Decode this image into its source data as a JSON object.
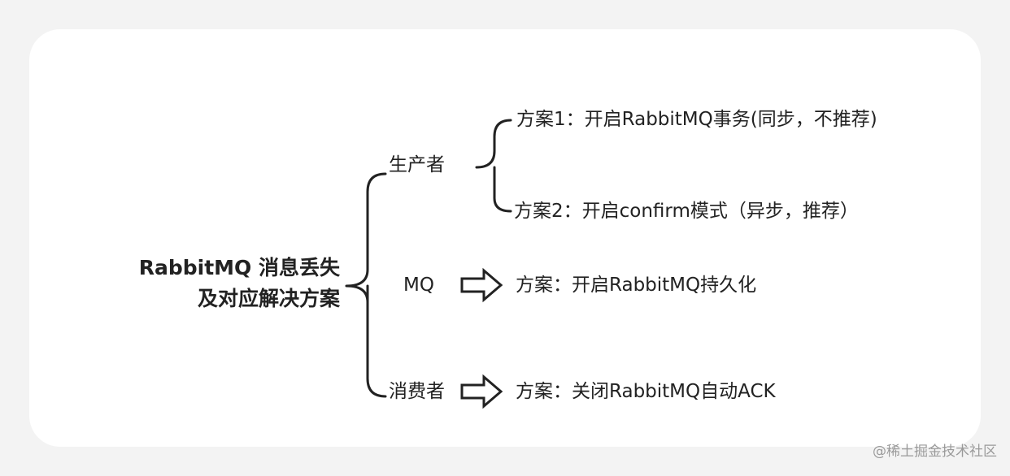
{
  "root": {
    "line1": "RabbitMQ 消息丢失",
    "line2": "及对应解决方案"
  },
  "branches": {
    "producer": {
      "label": "生产者",
      "solution1": "方案1：开启RabbitMQ事务(同步，不推荐)",
      "solution2": "方案2：开启confirm模式（异步，推荐）"
    },
    "mq": {
      "label": "MQ",
      "solution": "方案：开启RabbitMQ持久化"
    },
    "consumer": {
      "label": "消费者",
      "solution": "方案：关闭RabbitMQ自动ACK"
    }
  },
  "watermark": "@稀土掘金技术社区",
  "colors": {
    "page_background": "#f3f3f3",
    "card": "#ffffff",
    "stroke": "#222222",
    "watermark": "#9a9a9a"
  }
}
